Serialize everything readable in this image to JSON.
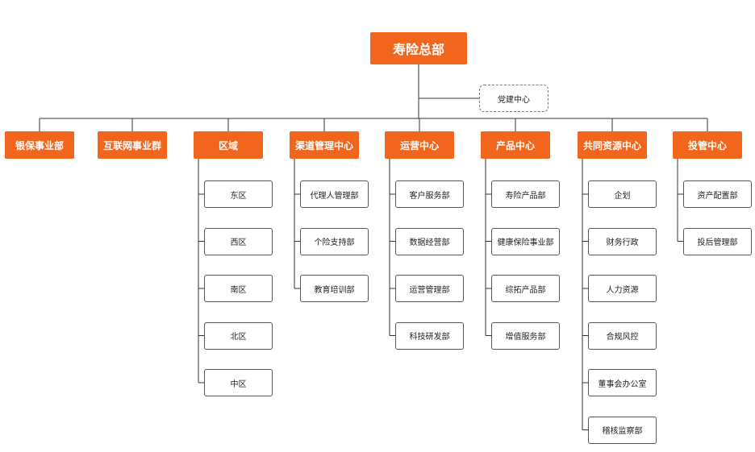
{
  "root": {
    "label": "寿险总部"
  },
  "party_center": {
    "label": "党建中心"
  },
  "departments": [
    {
      "label": "银保事业部",
      "children": []
    },
    {
      "label": "互联网事业群",
      "children": []
    },
    {
      "label": "区域",
      "children": [
        "东区",
        "西区",
        "南区",
        "北区",
        "中区"
      ]
    },
    {
      "label": "渠道管理中心",
      "children": [
        "代理人管理部",
        "个险支持部",
        "教育培训部"
      ]
    },
    {
      "label": "运营中心",
      "children": [
        "客户服务部",
        "数据经营部",
        "运营管理部",
        "科技研发部"
      ]
    },
    {
      "label": "产品中心",
      "children": [
        "寿险产品部",
        "健康保险事业部",
        "综拓产品部",
        "增值服务部"
      ]
    },
    {
      "label": "共同资源中心",
      "children": [
        "企划",
        "财务行政",
        "人力资源",
        "合规风控",
        "董事会办公室",
        "稽核监察部"
      ]
    },
    {
      "label": "投管中心",
      "children": [
        "资产配置部",
        "投后管理部"
      ]
    }
  ],
  "colors": {
    "accent": "#f2651d",
    "connector": "#333333",
    "dashed_border": "#777777"
  }
}
